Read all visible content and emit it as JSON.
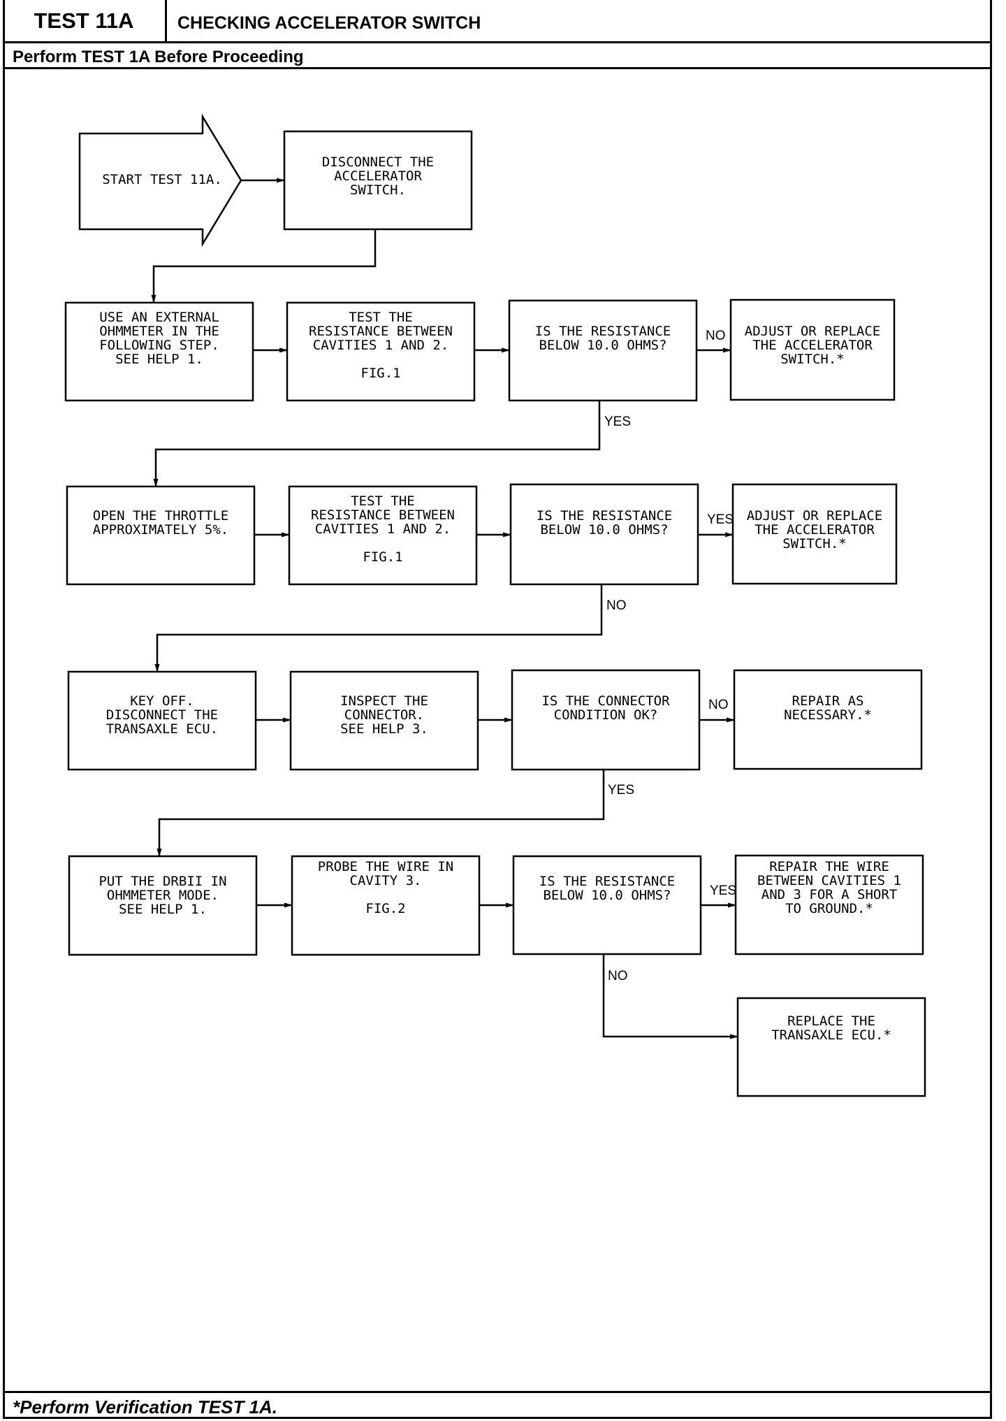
{
  "header": {
    "test_id": "TEST 11A",
    "title": "CHECKING ACCELERATOR SWITCH",
    "prerequisite": "Perform TEST 1A Before Proceeding"
  },
  "footer": {
    "note": "*Perform Verification TEST 1A."
  },
  "flow": {
    "start": [
      "START TEST 11A."
    ],
    "disconnect": [
      "DISCONNECT THE",
      "ACCELERATOR",
      "SWITCH."
    ],
    "r1_use": [
      "USE AN EXTERNAL",
      "OHMMETER IN THE",
      "FOLLOWING STEP.",
      "SEE HELP 1."
    ],
    "r1_test": [
      "TEST THE",
      "RESISTANCE BETWEEN",
      "CAVITIES 1 AND 2.",
      "",
      "FIG.1"
    ],
    "r1_q": [
      "IS THE RESISTANCE",
      "BELOW 10.0 OHMS?"
    ],
    "r1_res": [
      "ADJUST OR REPLACE",
      "THE ACCELERATOR",
      "SWITCH.*"
    ],
    "r2_open": [
      "OPEN THE THROTTLE",
      "APPROXIMATELY 5%."
    ],
    "r2_test": [
      "TEST THE",
      "RESISTANCE BETWEEN",
      "CAVITIES 1 AND 2.",
      "",
      "FIG.1"
    ],
    "r2_q": [
      "IS THE RESISTANCE",
      "BELOW 10.0 OHMS?"
    ],
    "r2_res": [
      "ADJUST OR REPLACE",
      "THE ACCELERATOR",
      "SWITCH.*"
    ],
    "r3_key": [
      "KEY OFF.",
      "DISCONNECT THE",
      "TRANSAXLE ECU."
    ],
    "r3_inspect": [
      "INSPECT THE",
      "CONNECTOR.",
      "SEE HELP 3."
    ],
    "r3_q": [
      "IS THE CONNECTOR",
      "CONDITION OK?"
    ],
    "r3_res": [
      "REPAIR AS",
      "NECESSARY.*"
    ],
    "r4_put": [
      "PUT THE DRBII IN",
      "OHMMETER MODE.",
      "SEE HELP 1."
    ],
    "r4_probe": [
      "PROBE THE WIRE IN",
      "CAVITY 3.",
      "",
      "FIG.2"
    ],
    "r4_q": [
      "IS THE RESISTANCE",
      "BELOW 10.0 OHMS?"
    ],
    "r4_res": [
      "REPAIR THE WIRE",
      "BETWEEN CAVITIES 1",
      "AND 3 FOR A SHORT",
      "TO GROUND.*"
    ],
    "r5_res": [
      "REPLACE THE",
      "TRANSAXLE ECU.*"
    ]
  },
  "labels": {
    "no": "NO",
    "yes": "YES"
  }
}
